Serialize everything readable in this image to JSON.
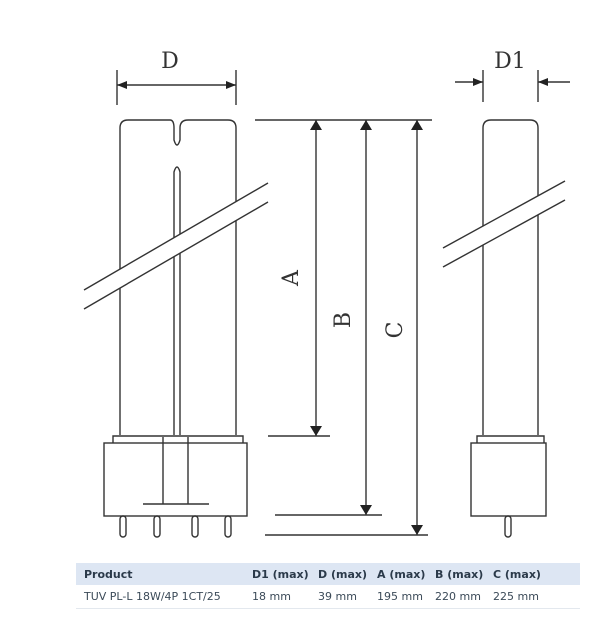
{
  "drawing": {
    "labels": {
      "D": "D",
      "D1": "D1",
      "A": "A",
      "B": "B",
      "C": "C"
    }
  },
  "table": {
    "headers": [
      "Product",
      "D1 (max)",
      "D (max)",
      "A (max)",
      "B (max)",
      "C (max)"
    ],
    "rows": [
      [
        "TUV PL-L 18W/4P 1CT/25",
        "18 mm",
        "39 mm",
        "195 mm",
        "220 mm",
        "225 mm"
      ]
    ]
  }
}
